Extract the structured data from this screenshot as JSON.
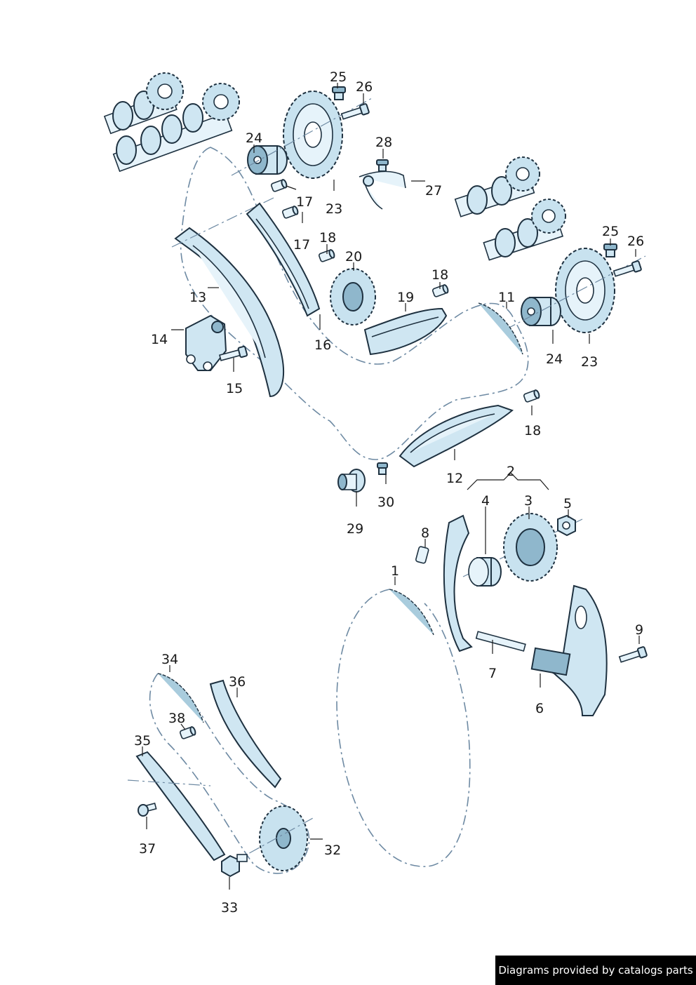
{
  "callouts": {
    "c1": "1",
    "c2": "2",
    "c3": "3",
    "c4": "4",
    "c5": "5",
    "c6": "6",
    "c7": "7",
    "c8": "8",
    "c9": "9",
    "c11": "11",
    "c12": "12",
    "c13": "13",
    "c14": "14",
    "c15": "15",
    "c16": "16",
    "c17a": "17",
    "c17b": "17",
    "c18a": "18",
    "c18b": "18",
    "c18c": "18",
    "c19": "19",
    "c20": "20",
    "c23a": "23",
    "c23b": "23",
    "c24a": "24",
    "c24b": "24",
    "c25a": "25",
    "c25b": "25",
    "c26a": "26",
    "c26b": "26",
    "c27": "27",
    "c28": "28",
    "c29": "29",
    "c30": "30",
    "c32": "32",
    "c33": "33",
    "c34": "34",
    "c35": "35",
    "c36": "36",
    "c37": "37",
    "c38": "38"
  },
  "footer": {
    "text": "Diagrams provided by catalogs parts"
  },
  "colors": {
    "part_fill": "#cfe6f2",
    "outline": "#1e3140",
    "chain": "#6e8aa3",
    "footer_bg": "#000000"
  },
  "icons": {
    "gear": "sprocket-icon",
    "camshaft": "camshaft-icon",
    "bolt": "bolt-icon"
  }
}
